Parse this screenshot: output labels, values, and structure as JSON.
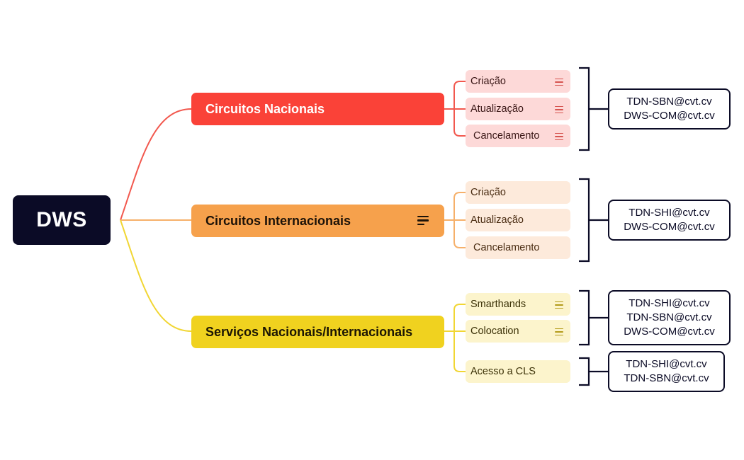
{
  "root": {
    "label": "DWS"
  },
  "branches": [
    {
      "label": "Circuitos Nacionais",
      "color": "#fa4238",
      "has_note": false,
      "items": [
        {
          "label": "Criação",
          "has_note": true
        },
        {
          "label": "Atualização",
          "has_note": true
        },
        {
          "label": "Cancelamento",
          "has_note": true
        }
      ],
      "contacts": [
        {
          "emails": [
            "TDN-SBN@cvt.cv",
            "DWS-COM@cvt.cv"
          ]
        }
      ]
    },
    {
      "label": "Circuitos Internacionais",
      "color": "#f6a14c",
      "has_note": true,
      "items": [
        {
          "label": "Criação",
          "has_note": false
        },
        {
          "label": "Atualização",
          "has_note": false
        },
        {
          "label": "Cancelamento",
          "has_note": false
        }
      ],
      "contacts": [
        {
          "emails": [
            "TDN-SHI@cvt.cv",
            "DWS-COM@cvt.cv"
          ]
        }
      ]
    },
    {
      "label": "Serviços Nacionais/Internacionais",
      "color": "#f0d21f",
      "has_note": false,
      "items": [
        {
          "label": "Smarthands",
          "has_note": true
        },
        {
          "label": "Colocation",
          "has_note": true
        },
        {
          "label": "Acesso a CLS",
          "has_note": false
        }
      ],
      "contacts": [
        {
          "emails": [
            "TDN-SHI@cvt.cv",
            "TDN-SBN@cvt.cv",
            "DWS-COM@cvt.cv"
          ]
        },
        {
          "emails": [
            "TDN-SHI@cvt.cv",
            "TDN-SBN@cvt.cv"
          ]
        }
      ]
    }
  ],
  "colors": {
    "root_bg": "#0b0b26",
    "bracket": "#0b0b26",
    "line_red": "#f2584e",
    "line_orange": "#f6b06a",
    "line_yellow": "#f1d634"
  }
}
